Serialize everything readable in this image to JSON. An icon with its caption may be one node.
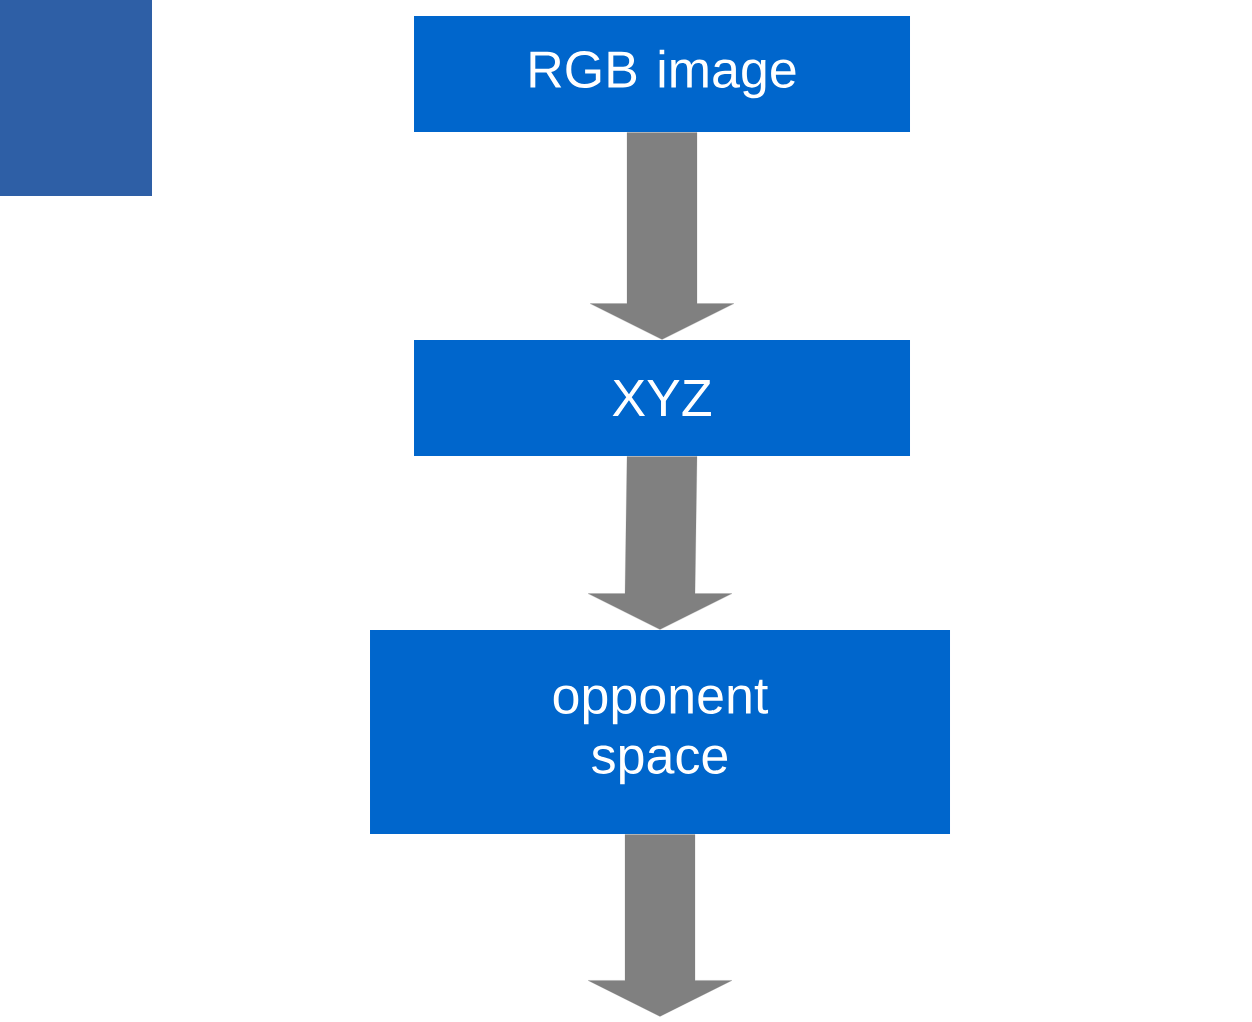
{
  "diagram": {
    "nodes": [
      {
        "text": [
          "RGB image"
        ]
      },
      {
        "text": [
          "XYZ"
        ]
      },
      {
        "text": [
          "opponent space"
        ]
      }
    ],
    "edges": [
      {
        "from": 0,
        "to": 1,
        "arrow": "to"
      },
      {
        "from": 1,
        "to": 2,
        "arrow": "to"
      },
      {
        "from": 2,
        "to": null,
        "arrow": "to"
      }
    ]
  }
}
